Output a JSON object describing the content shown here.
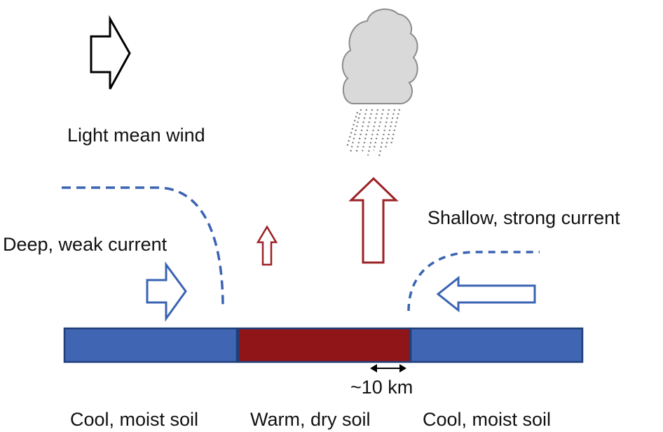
{
  "labels": {
    "wind": "Light mean wind",
    "deep_current": "Deep, weak current",
    "shallow_current": "Shallow, strong current",
    "scale": "~10 km",
    "soil_left": "Cool, moist soil",
    "soil_middle": "Warm, dry soil",
    "soil_right": "Cool, moist soil"
  },
  "colors": {
    "cool_soil": "#3f65b3",
    "warm_soil": "#8f1519",
    "current_blue": "#3a63b3",
    "updraft_red": "#9b2226",
    "cloud_fill": "#d9d9d9",
    "cloud_edge": "#8c8c8c",
    "wind_arrow": "#000000"
  }
}
